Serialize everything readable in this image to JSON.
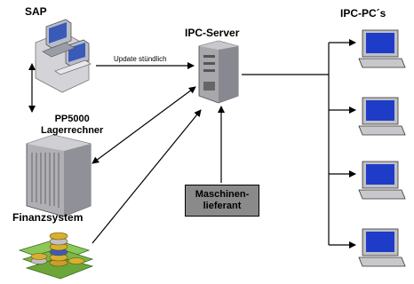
{
  "labels": {
    "sap": "SAP",
    "ipc_server": "IPC-Server",
    "ipc_pcs": "IPC-PC´s",
    "pp5000": "PP5000\nLagerrechner",
    "finanzsystem": "Finanzsystem",
    "update": "Update stündlich",
    "maschinenlieferant": "Maschinen-\nlieferant"
  },
  "colors": {
    "monitor_screen": "#1e3cc8",
    "box_fill": "#8a8a8a",
    "money_green": "#7ab648",
    "coin_gold": "#d8b030"
  },
  "icons": [
    "sap-workstation-icon",
    "server-tower-icon",
    "rack-computer-icon",
    "money-icon",
    "desktop-pc-icon"
  ]
}
